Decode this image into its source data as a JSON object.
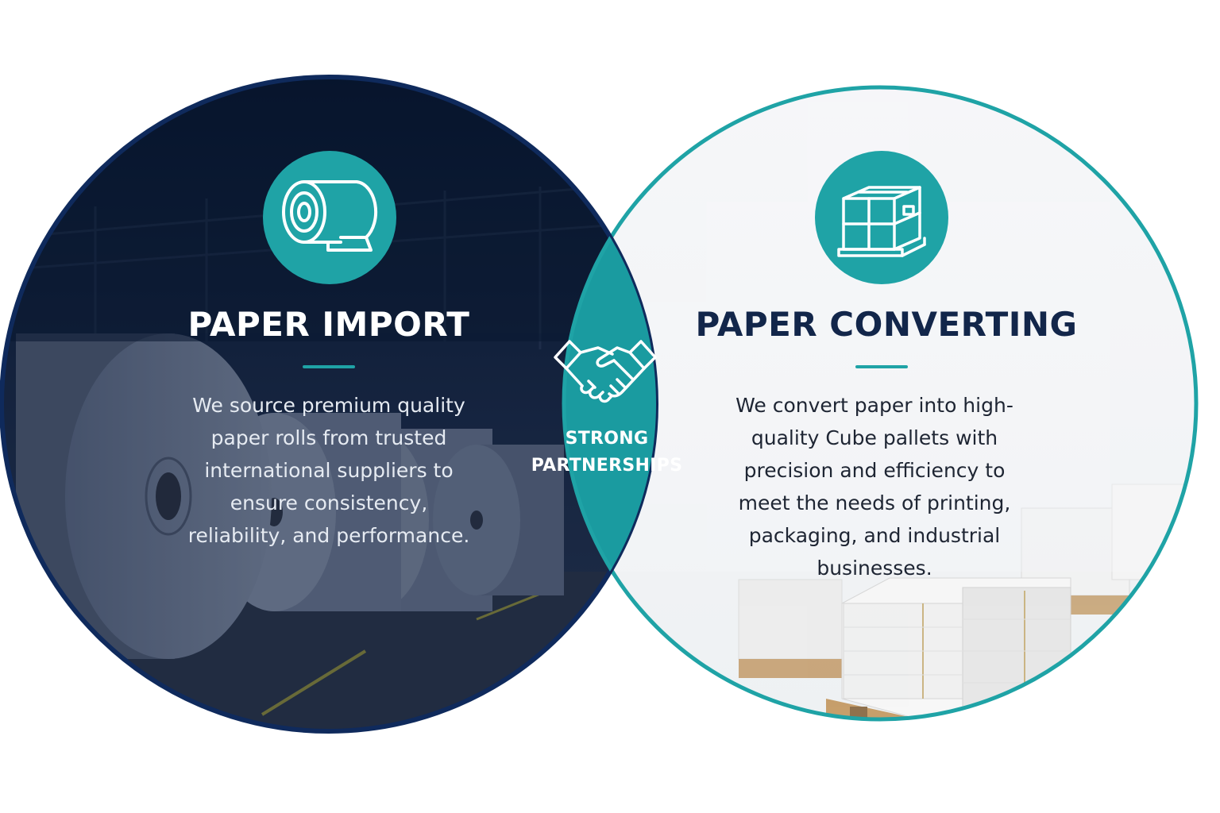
{
  "colors": {
    "navy": "#0c1a33",
    "navy_border": "#0f2a5c",
    "teal": "#1fa3a6",
    "light_bg": "#f4f6f8",
    "title_dark": "#12264a"
  },
  "left": {
    "title": "PAPER IMPORT",
    "icon": "paper-roll-icon",
    "description": "We source premium quality paper rolls from trusted international suppliers to ensure consistency, reliability, and performance."
  },
  "center": {
    "icon": "handshake-icon",
    "label_line1": "STRONG",
    "label_line2": "PARTNERSHIPS"
  },
  "right": {
    "title": "PAPER CONVERTING",
    "icon": "pallet-boxes-icon",
    "description": "We convert paper into high-quality Cube pallets with precision and efficiency to meet the needs of printing, packaging, and industrial businesses."
  }
}
